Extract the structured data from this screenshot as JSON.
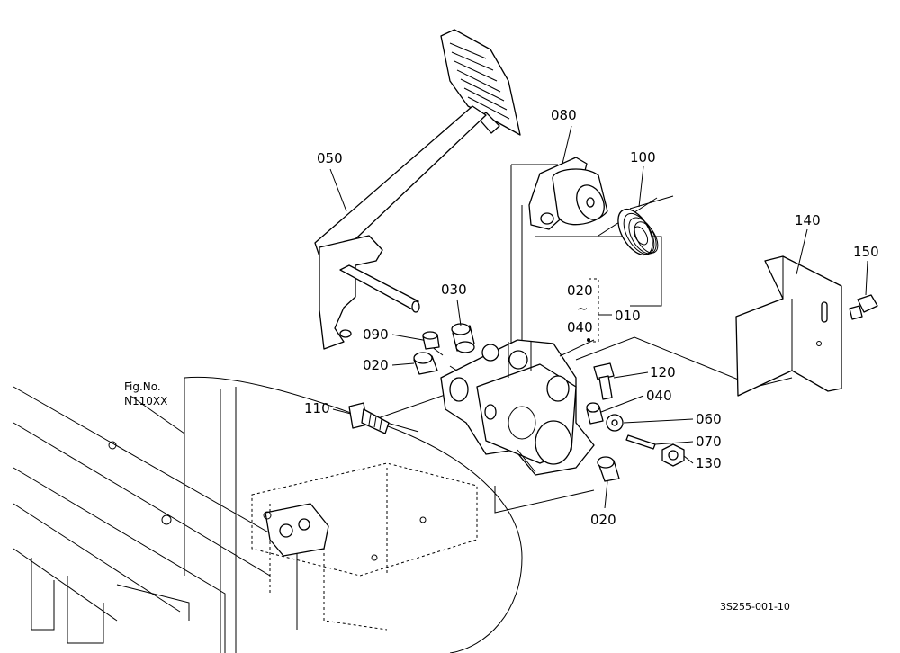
{
  "labels": {
    "p010": "010",
    "p020_range_start": "020",
    "tilde": "~",
    "p040_range_end": "040",
    "p020_a": "020",
    "p020_b": "020",
    "p030": "030",
    "p040": "040",
    "p050": "050",
    "p060": "060",
    "p070": "070",
    "p080": "080",
    "p090": "090",
    "p100": "100",
    "p110": "110",
    "p120": "120",
    "p130": "130",
    "p140": "140",
    "p150": "150"
  },
  "figure_ref": {
    "line1": "Fig.No.",
    "line2": "N110XX"
  },
  "drawing_number": "3S255-001-10"
}
